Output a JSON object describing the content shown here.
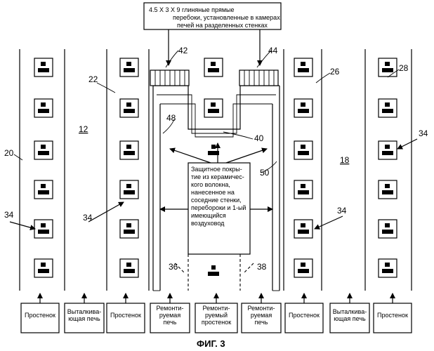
{
  "top_note": {
    "line1": "4.5 X 3 X 9  глиняные прямые",
    "line2": "перебоки, установленные в камерах",
    "line3": "печей на разделенных стенках"
  },
  "center_note": {
    "lines": [
      "Защитное покры-",
      "тие из керамичес-",
      "кого волокна,",
      "нанесенное на",
      "соседние стенки,",
      "перебороки и 1-ый",
      "имеющийся",
      "воздуховод"
    ]
  },
  "ref_numbers": {
    "n12": "12",
    "n18": "18",
    "n20": "20",
    "n22": "22",
    "n26": "26",
    "n28": "28",
    "n34a": "34",
    "n34b": "34",
    "n34c": "34",
    "n34d": "34",
    "n36": "36",
    "n38": "38",
    "n40": "40",
    "n42": "42",
    "n44": "44",
    "n48": "48",
    "n50": "50"
  },
  "bottom_boxes": [
    {
      "l1": "Простенок",
      "l2": ""
    },
    {
      "l1": "Выталкива-",
      "l2": "ющая печь"
    },
    {
      "l1": "Простенок",
      "l2": ""
    },
    {
      "l1": "Ремонти-",
      "l2": "руемая",
      "l3": "печь"
    },
    {
      "l1": "Ремонти-",
      "l2": "руемый",
      "l3": "простенок"
    },
    {
      "l1": "Ремонти-",
      "l2": "руемая",
      "l3": "печь"
    },
    {
      "l1": "Простенок",
      "l2": ""
    },
    {
      "l1": "Выталкива-",
      "l2": "ющая печь"
    },
    {
      "l1": "Простенок",
      "l2": ""
    }
  ],
  "caption": "ФИГ. 3"
}
